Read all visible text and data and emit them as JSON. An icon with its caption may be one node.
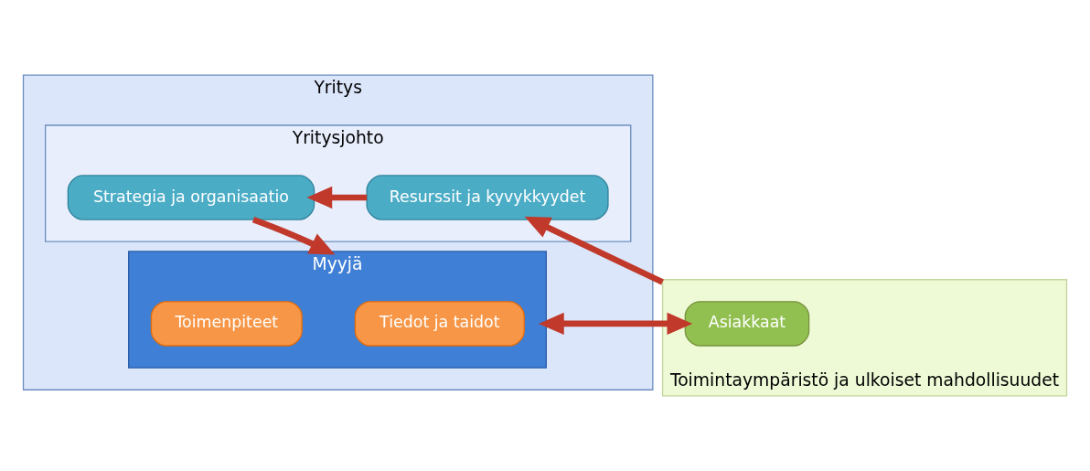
{
  "diagram": {
    "nodes": [
      {
        "text": [
          "Yritys"
        ]
      },
      {
        "text": [
          "Yritysjohto"
        ],
        "in": 0
      },
      {
        "text": [
          "Strategia ja organisaatio"
        ],
        "in": 1
      },
      {
        "text": [
          "Resurssit ja kyvykkyydet"
        ],
        "in": 1
      },
      {
        "text": [
          "Myyjä"
        ],
        "in": 0
      },
      {
        "text": [
          "Tiedot ja taidot"
        ],
        "in": 4
      },
      {
        "text": [
          "Toimenpiteet"
        ],
        "in": 4
      },
      {
        "text": [
          "Toimintaympäristö ja ulkoiset mahdollisuudet"
        ]
      },
      {
        "text": [
          "Asiakkaat"
        ],
        "in": 7
      }
    ],
    "edges": [
      {
        "from": 3,
        "to": 2,
        "arrow": "to"
      },
      {
        "from": 2,
        "to": 4,
        "arrow": "to"
      },
      {
        "from": 7,
        "to": 3,
        "arrow": "to"
      },
      {
        "from": 4,
        "to": 8,
        "arrow": "both"
      }
    ]
  }
}
